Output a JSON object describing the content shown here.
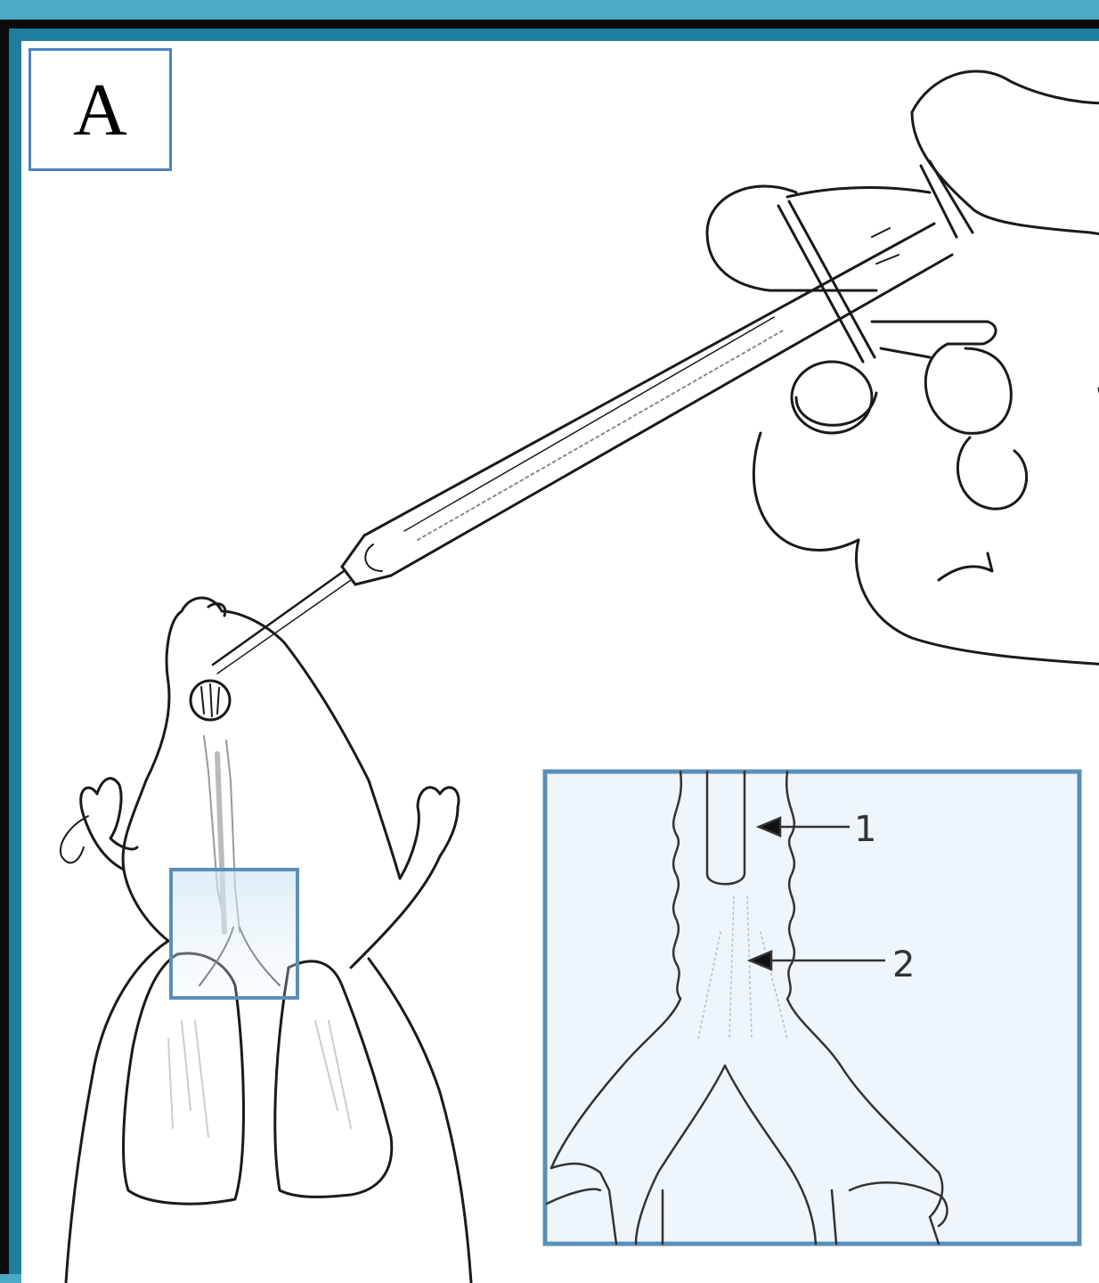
{
  "figure": {
    "panel_label": "A",
    "inset_callouts": [
      "1",
      "2"
    ]
  },
  "icons": {
    "hand": "hand-holding-syringe-icon",
    "syringe": "syringe-icon",
    "mouse": "mouse-body-icon",
    "zoom_box": "zoom-region-icon",
    "trachea": "trachea-bronchi-icon"
  },
  "colors": {
    "outer_bar": "#4aa9c4",
    "frame": "#0b0b0b",
    "inner_border": "#1e7ea0",
    "label_box_border": "#4d84c4",
    "inset_border": "#5a8fb8",
    "line_art": "#1a1a1a"
  }
}
